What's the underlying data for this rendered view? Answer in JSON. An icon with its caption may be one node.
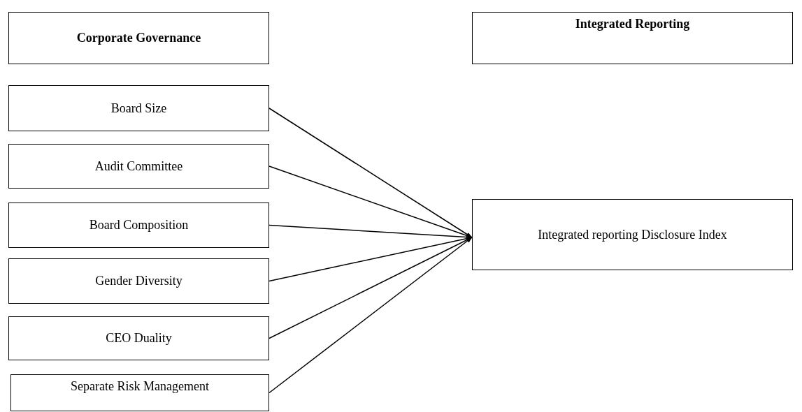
{
  "diagram": {
    "nodes": [
      {
        "text": [
          "Corporate Governance"
        ]
      },
      {
        "text": [
          "Integrated Reporting"
        ]
      },
      {
        "text": [
          "Board Size"
        ]
      },
      {
        "text": [
          "Audit Committee"
        ]
      },
      {
        "text": [
          "Board Composition"
        ]
      },
      {
        "text": [
          "Gender Diversity"
        ]
      },
      {
        "text": [
          "CEO Duality"
        ]
      },
      {
        "text": [
          "Separate Risk Management"
        ]
      },
      {
        "text": [
          "Integrated reporting Disclosure Index"
        ]
      }
    ],
    "edges": [
      {
        "from": 2,
        "to": 8,
        "arrow": "to"
      },
      {
        "from": 3,
        "to": 8,
        "arrow": "to"
      },
      {
        "from": 4,
        "to": 8,
        "arrow": "to"
      },
      {
        "from": 5,
        "to": 8,
        "arrow": "to"
      },
      {
        "from": 6,
        "to": 8,
        "arrow": "to"
      },
      {
        "from": 7,
        "to": 8,
        "arrow": "to"
      }
    ]
  }
}
